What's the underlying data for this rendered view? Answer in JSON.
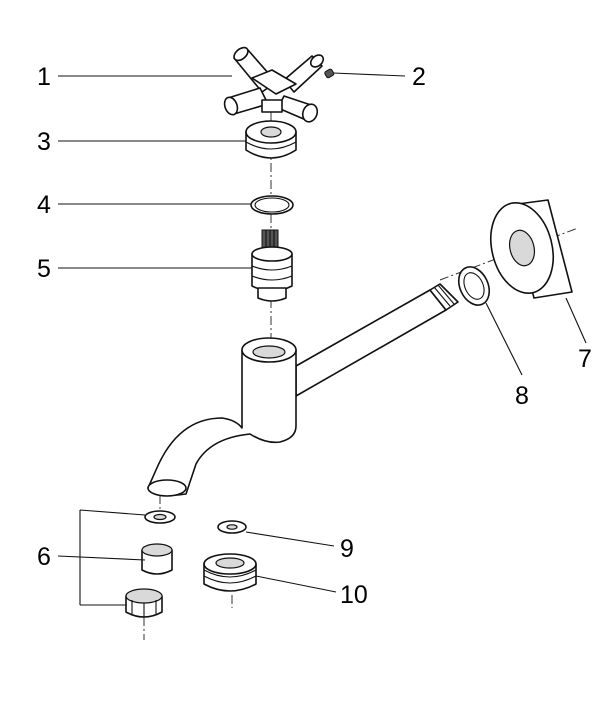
{
  "parts": [
    {
      "id": "1",
      "label": "1"
    },
    {
      "id": "2",
      "label": "2"
    },
    {
      "id": "3",
      "label": "3"
    },
    {
      "id": "4",
      "label": "4"
    },
    {
      "id": "5",
      "label": "5"
    },
    {
      "id": "6",
      "label": "6"
    },
    {
      "id": "7",
      "label": "7"
    },
    {
      "id": "8",
      "label": "8"
    },
    {
      "id": "9",
      "label": "9"
    },
    {
      "id": "10",
      "label": "10"
    }
  ],
  "colors": {
    "line": "#111111",
    "fill": "#ffffff",
    "shade": "#d9d9d9"
  }
}
